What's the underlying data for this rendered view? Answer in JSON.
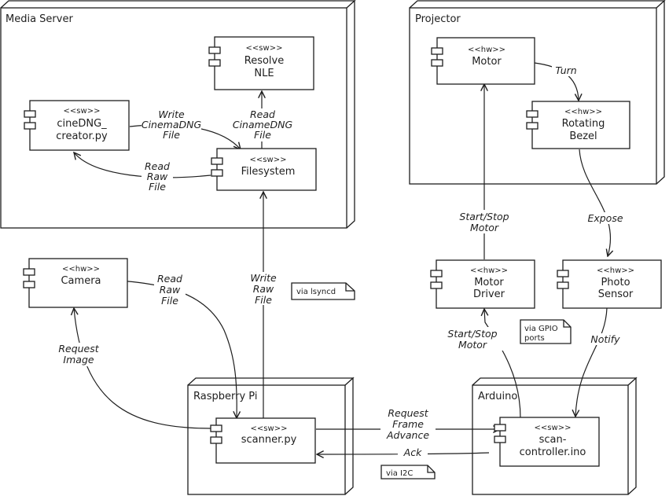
{
  "nodes": {
    "media_server": "Media Server",
    "projector": "Projector",
    "raspberry_pi": "Raspberry Pi",
    "arduino": "Arduino"
  },
  "components": {
    "resolve": {
      "stereo": "<<sw>>",
      "line1": "Resolve",
      "line2": "NLE"
    },
    "cinedng": {
      "stereo": "<<sw>>",
      "line1": "cineDNG_",
      "line2": "creator.py"
    },
    "filesystem": {
      "stereo": "<<sw>>",
      "line1": "Filesystem"
    },
    "motor": {
      "stereo": "<<hw>>",
      "line1": "Motor"
    },
    "bezel": {
      "stereo": "<<hw>>",
      "line1": "Rotating",
      "line2": "Bezel"
    },
    "camera": {
      "stereo": "<<hw>>",
      "line1": "Camera"
    },
    "motor_driver": {
      "stereo": "<<hw>>",
      "line1": "Motor",
      "line2": "Driver"
    },
    "photo_sensor": {
      "stereo": "<<hw>>",
      "line1": "Photo",
      "line2": "Sensor"
    },
    "scanner": {
      "stereo": "<<sw>>",
      "line1": "scanner.py"
    },
    "scan_controller": {
      "stereo": "<<sw>>",
      "line1": "scan-",
      "line2": "controller.ino"
    }
  },
  "edges": {
    "write_cinemadng": [
      "Write",
      "CinemaDNG",
      "File"
    ],
    "read_cinamedng": [
      "Read",
      "CinameDNG",
      "File"
    ],
    "read_raw_fs": [
      "Read",
      "Raw",
      "File"
    ],
    "turn": [
      "Turn"
    ],
    "start_stop_motor_top": [
      "Start/Stop",
      "Motor"
    ],
    "expose": [
      "Expose"
    ],
    "read_raw_camera": [
      "Read",
      "Raw",
      "File"
    ],
    "write_raw": [
      "Write",
      "Raw",
      "File"
    ],
    "request_image": [
      "Request",
      "Image"
    ],
    "start_stop_motor_bottom": [
      "Start/Stop",
      "Motor"
    ],
    "notify": [
      "Notify"
    ],
    "request_frame": [
      "Request",
      "Frame",
      "Advance"
    ],
    "ack": [
      "Ack"
    ]
  },
  "notes": {
    "lsyncd": "via lsyncd",
    "gpio": [
      "via GPIO",
      "ports"
    ],
    "i2c": "via I2C"
  }
}
